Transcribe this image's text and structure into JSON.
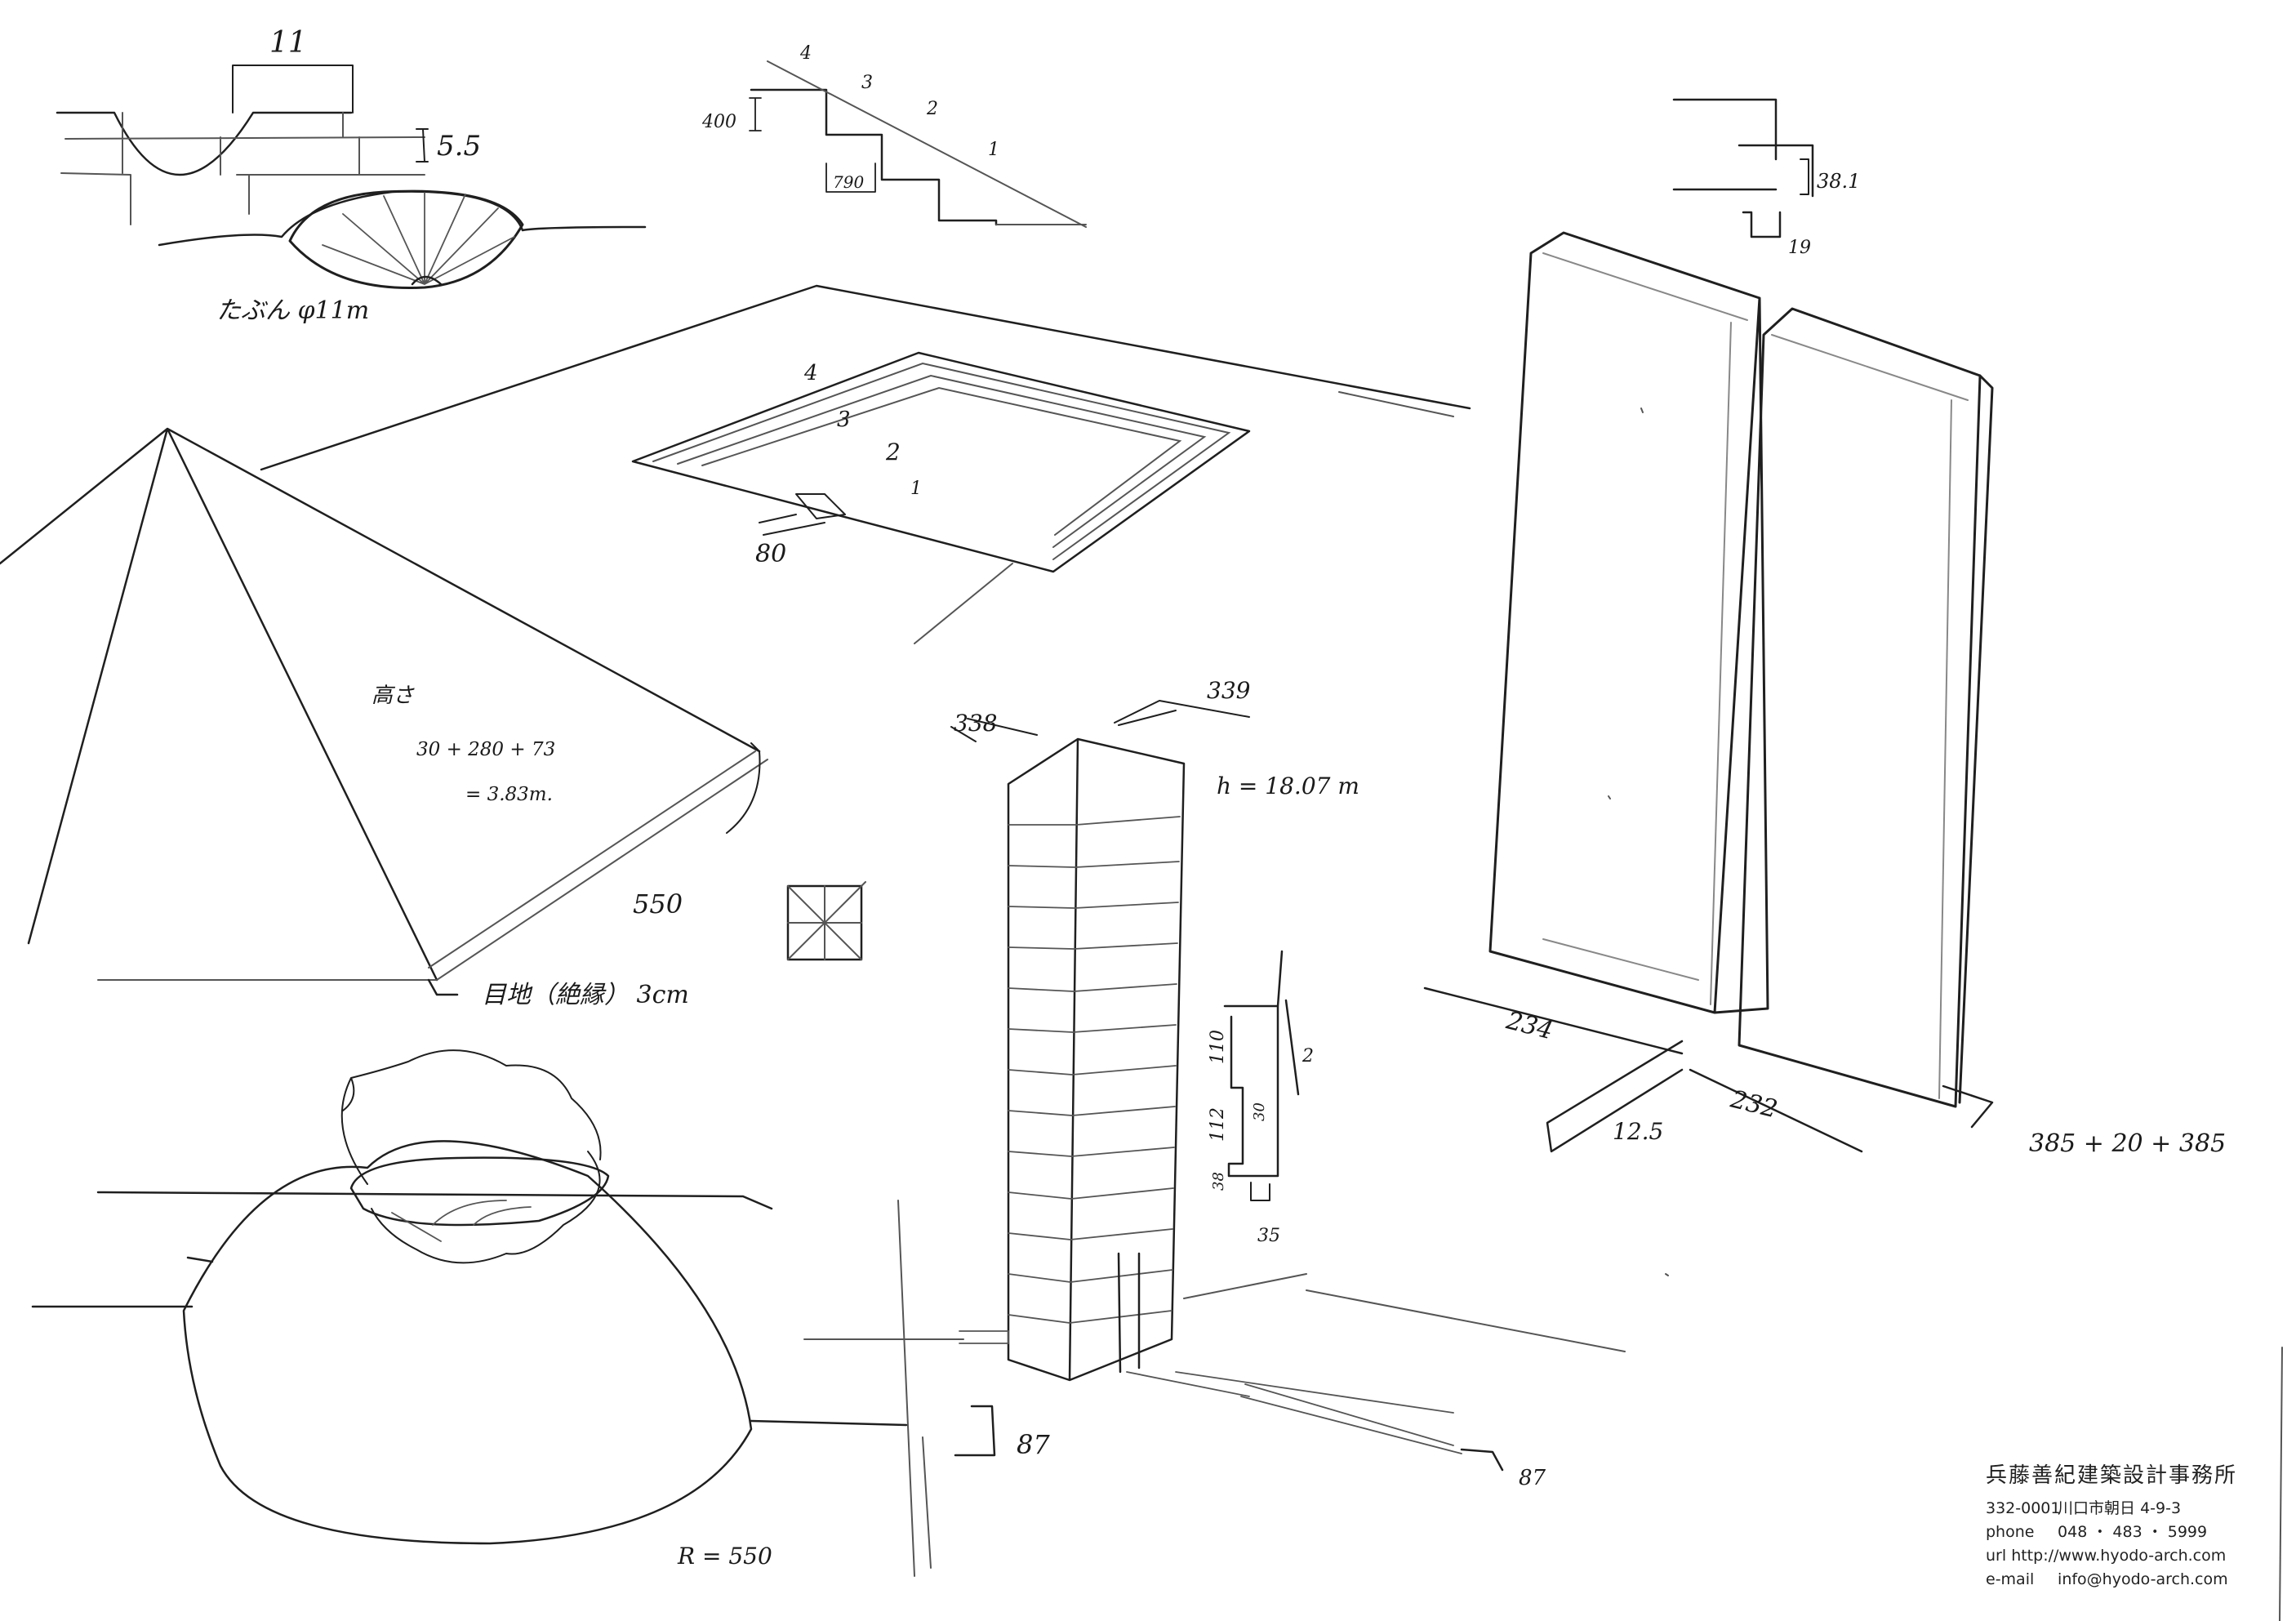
{
  "sketches": {
    "hemisphere_dip": {
      "dim_top": "11",
      "dim_depth": "5.5",
      "note": "たぶん φ11m"
    },
    "stair_section": {
      "steps": [
        "4",
        "3",
        "2",
        "1"
      ],
      "dim_riser": "400",
      "dim_tread": "790"
    },
    "sunken_square": {
      "steps": [
        "4",
        "3",
        "2",
        "1"
      ],
      "dim_step": "80"
    },
    "pyramid": {
      "height_label": "高さ",
      "height_formula": "30 + 280 + 73",
      "height_result": "= 3.83m.",
      "dim_base": "550",
      "joint_note": "目地（絶縁） 3cm"
    },
    "tower": {
      "dim_w1": "338",
      "dim_w2": "339",
      "height": "h = 18.07 m",
      "joint_dims": [
        "110",
        "112",
        "30",
        "38",
        "2",
        "35"
      ],
      "dim_base_left": "87",
      "dim_base_right": "87"
    },
    "slabs": {
      "dim_top_detail": "38.1",
      "dim_top_small": "19",
      "dim_left": "234",
      "dim_right": "232",
      "dim_gap": "12.5",
      "dim_total": "385 + 20 + 385"
    },
    "dome": {
      "radius": "R = 550"
    }
  },
  "office": {
    "name": "兵藤善紀建築設計事務所",
    "postal": "332-0001",
    "address": "川口市朝日 4-9-3",
    "phone_label": "phone",
    "phone": "048 ・ 483 ・ 5999",
    "url_label": "url",
    "url": "http://www.hyodo-arch.com",
    "email_label": "e-mail",
    "email": "info@hyodo-arch.com"
  }
}
